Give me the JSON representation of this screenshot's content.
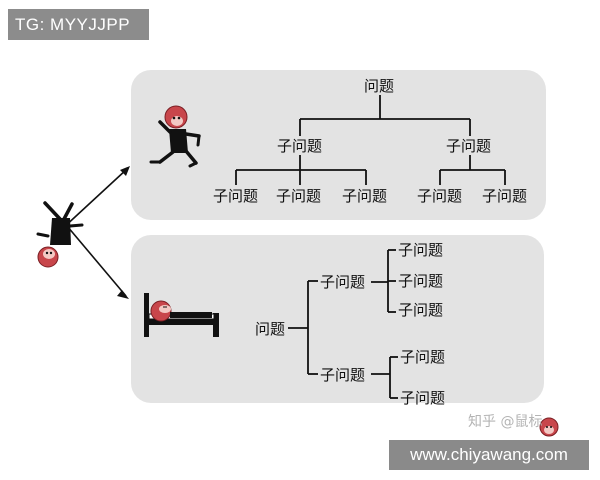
{
  "badge": {
    "text": "TG: MYYJJPP"
  },
  "top_tree": {
    "root": "问题",
    "mid_left": "子问题",
    "mid_right": "子问题",
    "leaves": [
      "子问题",
      "子问题",
      "子问题",
      "子问题",
      "子问题"
    ]
  },
  "bottom_tree": {
    "root": "问题",
    "mid_upper": "子问题",
    "mid_lower": "子问题",
    "upper_leaves": [
      "子问题",
      "子问题",
      "子问题"
    ],
    "lower_leaves": [
      "子问题",
      "子问题"
    ]
  },
  "watermark": {
    "zhihu": "知乎 @鼠标",
    "site": "www.chiyawang.com"
  },
  "icons": {
    "falling_person": "falling-monkey-person-icon",
    "running_person": "running-monkey-person-icon",
    "sleeping_person": "sleeping-monkey-in-bed-icon",
    "logo": "monkey-head-logo-icon"
  },
  "colors": {
    "panel": "#e3e3e3",
    "badge": "#8c8c8c",
    "monkey_face": "#c8464b"
  }
}
